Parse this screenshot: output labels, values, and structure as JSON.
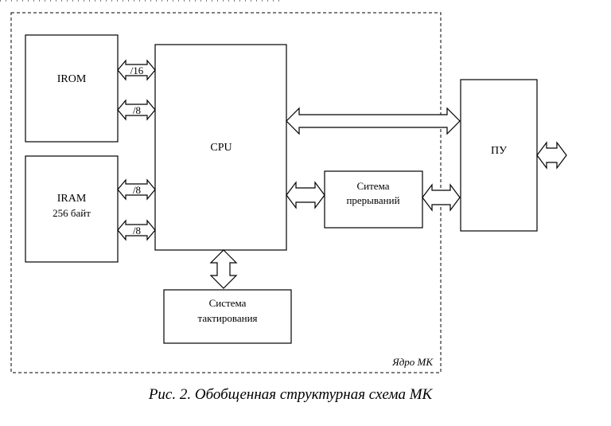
{
  "blocks": {
    "irom": "IROM",
    "iram_title": "IRAM",
    "iram_size": "256 байт",
    "cpu": "CPU",
    "interrupts_line1": "Ситема",
    "interrupts_line2": "прерываний",
    "clock_line1": "Система",
    "clock_line2": "тактирования",
    "pu": "ПУ"
  },
  "bus_widths": {
    "irom_bus_1": "/16",
    "irom_bus_2": "/8",
    "iram_bus_1": "/8",
    "iram_bus_2": "/8"
  },
  "core_label": "Ядро МК",
  "caption": "Рис. 2. Обобщенная структурная схема МК"
}
